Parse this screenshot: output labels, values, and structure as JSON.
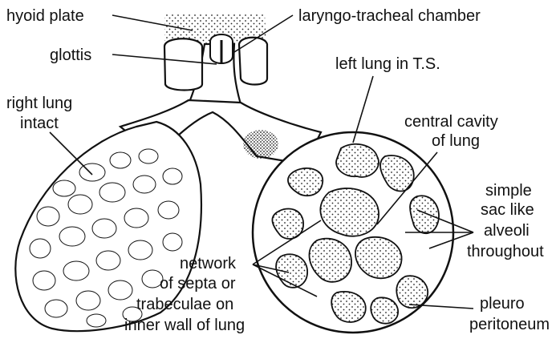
{
  "labels": {
    "hyoid_plate": "hyoid plate",
    "laryngo_tracheal_chamber": "laryngo-tracheal chamber",
    "glottis": "glottis",
    "left_lung_ts": "left lung in T.S.",
    "right_lung_line1": "right lung",
    "right_lung_line2": "intact",
    "central_cavity_line1": "central cavity",
    "central_cavity_line2": "of lung",
    "alveoli_line1": "simple",
    "alveoli_line2": "sac like",
    "alveoli_line3": "alveoli",
    "alveoli_line4": "throughout",
    "septa_line1": "network",
    "septa_line2": "of septa or",
    "septa_line3": "trabeculae on",
    "septa_line4": "inner wall of lung",
    "pleuro_line1": "pleuro",
    "pleuro_line2": "peritoneum"
  }
}
